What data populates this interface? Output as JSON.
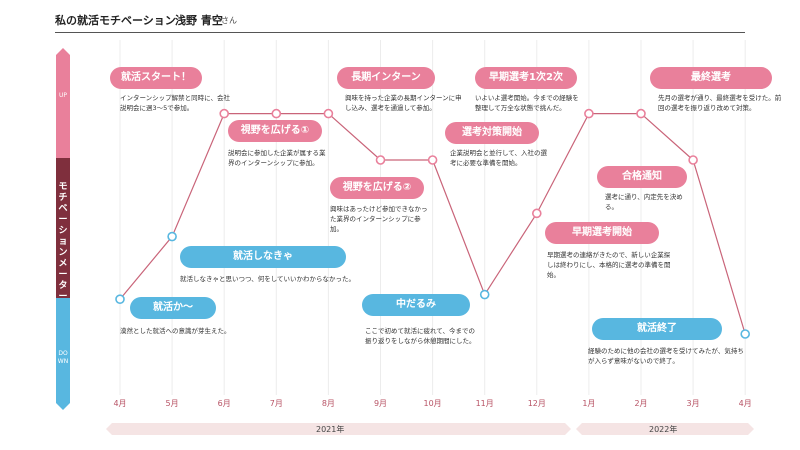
{
  "header": {
    "title": "私の就活モチベーション",
    "name": "浅野 青空",
    "honorific": "さん"
  },
  "meter": {
    "label": "モチベーションメーター",
    "up": "UP",
    "down": "DOWN"
  },
  "colors": {
    "up_band": "#e9809b",
    "mid_band": "#7f2f3d",
    "down_band": "#58b7e0",
    "line": "#c96479",
    "point_pink": "#e9809b",
    "point_blue": "#58b7e0",
    "tick_text": "#b85466",
    "year_bar": "#f5e4e4"
  },
  "chart_data": {
    "type": "line",
    "title": "私の就活モチベーション",
    "xlabel": "",
    "ylabel": "モチベーションメーター",
    "ylim": [
      0,
      100
    ],
    "categories": [
      "4月",
      "5月",
      "6月",
      "7月",
      "8月",
      "9月",
      "10月",
      "11月",
      "12月",
      "1月",
      "2月",
      "3月",
      "4月"
    ],
    "years": [
      "2021年",
      "2022年"
    ],
    "points": [
      {
        "x": "4月",
        "y": 15,
        "stage": "就活か〜",
        "desc": "漠然とした就活への意識が芽生えた。",
        "style": "blue"
      },
      {
        "x": "5月",
        "y": 42,
        "stage": "就活しなきゃ",
        "desc": "就活しなきゃと思いつつ、何をしていいかわからなかった。",
        "style": "blue"
      },
      {
        "x": "6月",
        "y": 95,
        "stage": "就活スタート！",
        "desc": "インターンシップ解禁と同時に、会社説明会に週3〜5で参加。",
        "style": "pink"
      },
      {
        "x": "7月",
        "y": 95,
        "stage": "視野を広げる①",
        "desc": "説明会に参加した企業が属する業界のインターンシップに参加。",
        "style": "pink"
      },
      {
        "x": "8月",
        "y": 95,
        "stage": "長期インターン",
        "desc": "興味を持った企業の長期インターンに申し込み、選考を通過して参加。",
        "style": "pink"
      },
      {
        "x": "9月",
        "y": 75,
        "stage": "視野を広げる②",
        "desc": "興味はあったけど参加できなかった業界のインターンシップに参加。",
        "style": "pink"
      },
      {
        "x": "10月",
        "y": 75,
        "stage": "選考対策開始",
        "desc": "企業説明会と並行して、入社の選考に必要な準備を開始。",
        "style": "pink"
      },
      {
        "x": "11月",
        "y": 17,
        "stage": "中だるみ",
        "desc": "ここで初めて就活に疲れて、今までの振り返りをしながら休憩期間にした。",
        "style": "blue"
      },
      {
        "x": "12月",
        "y": 52,
        "stage": "早期選考開始",
        "desc": "早期選考の連絡がきたので、新しい企業探しは終わりにし、本格的に選考の準備を開始。",
        "style": "pink"
      },
      {
        "x": "1月",
        "y": 95,
        "stage": "早期選考1次2次",
        "desc": "いよいよ選考開始。今までの経験を整理して万全な状態で挑んだ。",
        "style": "pink"
      },
      {
        "x": "2月",
        "y": 95,
        "stage": "最終選考",
        "desc": "先月の選考が通り、最終選考を受けた。前回の選考を振り返り改めて対策。",
        "style": "pink"
      },
      {
        "x": "3月",
        "y": 75,
        "stage": "合格通知",
        "desc": "選考に通り、内定先を決める。",
        "style": "pink"
      },
      {
        "x": "4月",
        "y": 0,
        "stage": "就活終了",
        "desc": "経験のために他の会社の選考を受けてみたが、気持ちが入らず意味がないので終了。",
        "style": "blue"
      }
    ]
  }
}
